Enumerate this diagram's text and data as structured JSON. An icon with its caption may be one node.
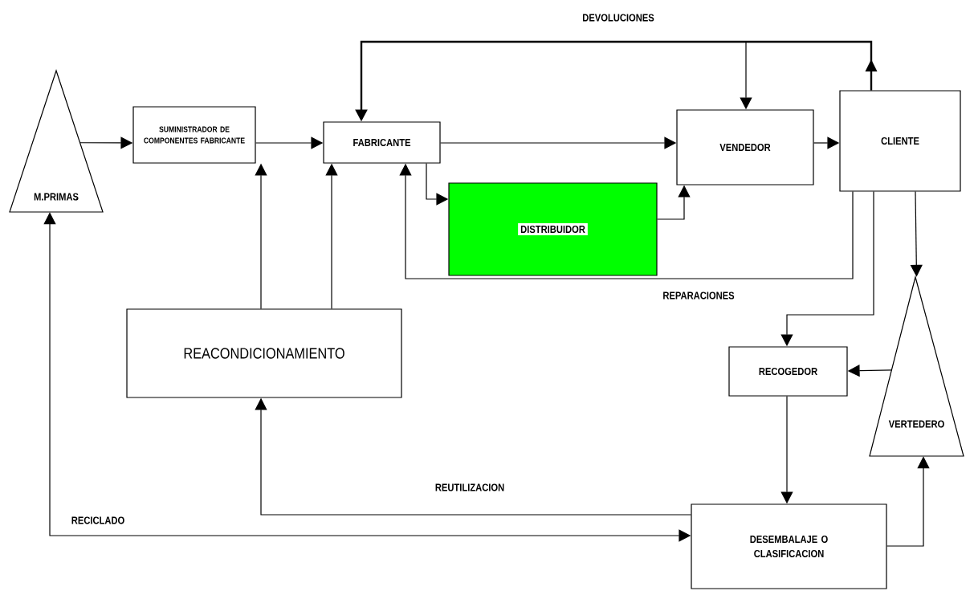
{
  "diagram": {
    "nodes": [
      {
        "text": [
          "M.PRIMAS"
        ]
      },
      {
        "text": [
          "SUMINISTRADOR DE COMPONENTES FABRICANTE"
        ]
      },
      {
        "text": [
          "FABRICANTE"
        ]
      },
      {
        "text": [
          "VENDEDOR"
        ]
      },
      {
        "text": [
          "CLIENTE"
        ]
      },
      {
        "text": [
          "DISTRIBUIDOR"
        ]
      },
      {
        "text": [
          "REACONDICIONAMIENTO"
        ]
      },
      {
        "text": [
          "RECOGEDOR"
        ]
      },
      {
        "text": [
          "VERTEDERO"
        ]
      },
      {
        "text": [
          "DESEMBALAJE O CLASIFICACION"
        ]
      }
    ],
    "edges": [
      {
        "from": 0,
        "to": 1,
        "arrow": "to"
      },
      {
        "from": 1,
        "to": 2,
        "arrow": "to"
      },
      {
        "from": 2,
        "to": 3,
        "arrow": "to"
      },
      {
        "from": 3,
        "to": 4,
        "arrow": "to"
      },
      {
        "from": 2,
        "to": 5,
        "arrow": "to"
      },
      {
        "from": 5,
        "to": 3,
        "arrow": "to"
      },
      {
        "from": 4,
        "to": 2,
        "arrow": "to",
        "label": "DEVOLUCIONES"
      },
      {
        "from": 4,
        "to": 3,
        "arrow": "to"
      },
      {
        "from": 4,
        "to": 2,
        "arrow": "to",
        "label": "REPARACIONES"
      },
      {
        "from": 4,
        "to": 7,
        "arrow": "to"
      },
      {
        "from": 4,
        "to": 8,
        "arrow": "to"
      },
      {
        "from": 8,
        "to": 7,
        "arrow": "to"
      },
      {
        "from": 7,
        "to": 9,
        "arrow": "to"
      },
      {
        "from": 9,
        "to": 8,
        "arrow": "to"
      },
      {
        "from": 9,
        "to": 6,
        "arrow": "to",
        "label": "REUTILIZACION"
      },
      {
        "from": 9,
        "to": 0,
        "arrow": "both",
        "label": "RECICLADO"
      },
      {
        "from": 6,
        "to": 1,
        "arrow": "to"
      },
      {
        "from": 6,
        "to": 2,
        "arrow": "to"
      }
    ]
  }
}
